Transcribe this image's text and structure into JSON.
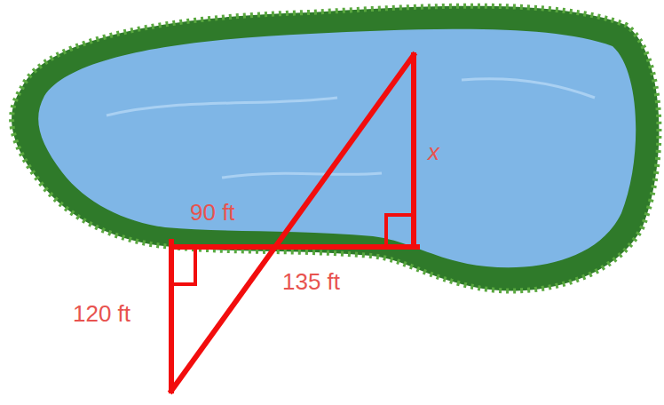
{
  "diagram": {
    "labels": [
      "90 ft",
      "135 ft",
      "120 ft",
      "x"
    ]
  }
}
